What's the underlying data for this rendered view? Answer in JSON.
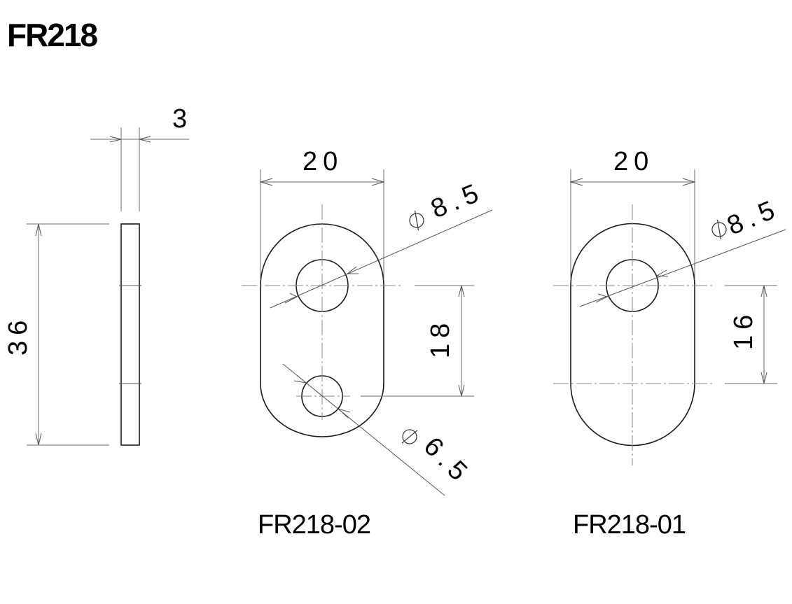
{
  "title": "FR218",
  "side_view": {
    "thickness_label": "3",
    "height_label": "36"
  },
  "parts": [
    {
      "name": "FR218-02",
      "width_label": "20",
      "large_hole_label": "8.5",
      "small_hole_label": "6.5",
      "hole_spacing_label": "18"
    },
    {
      "name": "FR218-01",
      "width_label": "20",
      "large_hole_label": "8.5",
      "center_spacing_label": "16"
    }
  ],
  "symbols": {
    "diameter": "diameter-symbol"
  },
  "colors": {
    "outline": "#1a1a1a",
    "dimension": "#6b6b6b",
    "centerline": "#8a8a8a"
  }
}
